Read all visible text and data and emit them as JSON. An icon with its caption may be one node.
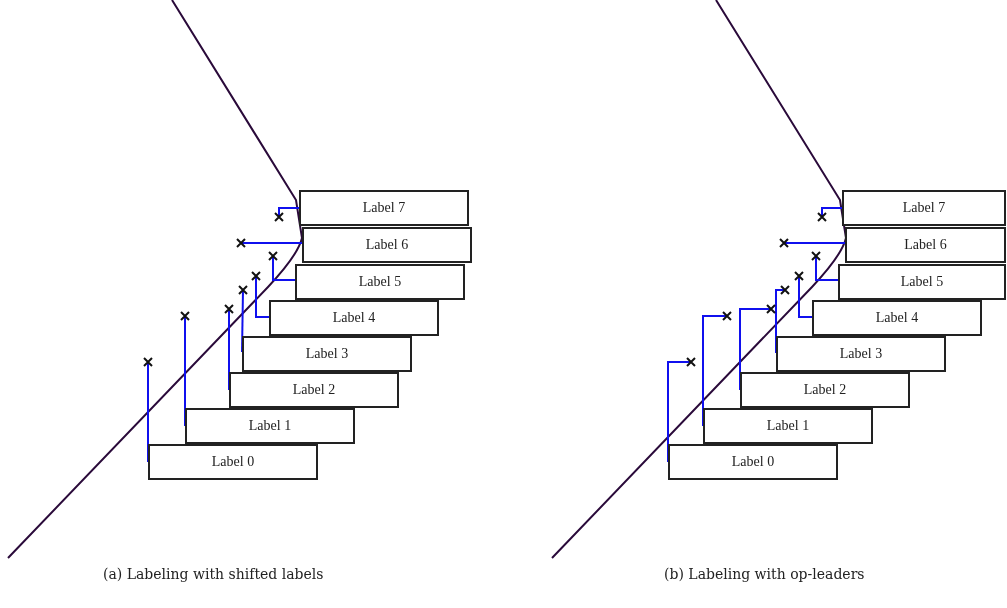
{
  "diagram": {
    "nodes": [
      {
        "text": [
          "Label 0"
        ]
      },
      {
        "text": [
          "Label 1"
        ]
      },
      {
        "text": [
          "Label 2"
        ]
      },
      {
        "text": [
          "Label 3"
        ]
      },
      {
        "text": [
          "Label 4"
        ]
      },
      {
        "text": [
          "Label 5"
        ]
      },
      {
        "text": [
          "Label 6"
        ]
      },
      {
        "text": [
          "Label 7"
        ]
      },
      {
        "text": [],
        "shape": "cross"
      },
      {
        "text": [],
        "shape": "cross"
      },
      {
        "text": [],
        "shape": "cross"
      },
      {
        "text": [],
        "shape": "cross"
      },
      {
        "text": [],
        "shape": "cross"
      },
      {
        "text": [],
        "shape": "cross"
      },
      {
        "text": [],
        "shape": "cross"
      },
      {
        "text": [],
        "shape": "cross"
      },
      {
        "text": [
          "Label 0"
        ]
      },
      {
        "text": [
          "Label 1"
        ]
      },
      {
        "text": [
          "Label 2"
        ]
      },
      {
        "text": [
          "Label 3"
        ]
      },
      {
        "text": [
          "Label 4"
        ]
      },
      {
        "text": [
          "Label 5"
        ]
      },
      {
        "text": [
          "Label 6"
        ]
      },
      {
        "text": [
          "Label 7"
        ]
      },
      {
        "text": [],
        "shape": "cross"
      },
      {
        "text": [],
        "shape": "cross"
      },
      {
        "text": [],
        "shape": "cross"
      },
      {
        "text": [],
        "shape": "cross"
      },
      {
        "text": [],
        "shape": "cross"
      },
      {
        "text": [],
        "shape": "cross"
      },
      {
        "text": [],
        "shape": "cross"
      },
      {
        "text": [],
        "shape": "cross"
      }
    ],
    "edges": [
      {
        "from": 0,
        "to": 8,
        "arrow": "none"
      },
      {
        "from": 1,
        "to": 9,
        "arrow": "none"
      },
      {
        "from": 2,
        "to": 10,
        "arrow": "none"
      },
      {
        "from": 3,
        "to": 11,
        "arrow": "none"
      },
      {
        "from": 4,
        "to": 12,
        "arrow": "none"
      },
      {
        "from": 5,
        "to": 13,
        "arrow": "none"
      },
      {
        "from": 6,
        "to": 14,
        "arrow": "none"
      },
      {
        "from": 7,
        "to": 15,
        "arrow": "none"
      },
      {
        "from": 16,
        "to": 24,
        "arrow": "none"
      },
      {
        "from": 17,
        "to": 25,
        "arrow": "none"
      },
      {
        "from": 18,
        "to": 26,
        "arrow": "none"
      },
      {
        "from": 19,
        "to": 27,
        "arrow": "none"
      },
      {
        "from": 20,
        "to": 28,
        "arrow": "none"
      },
      {
        "from": 21,
        "to": 29,
        "arrow": "none"
      },
      {
        "from": 22,
        "to": 30,
        "arrow": "none"
      },
      {
        "from": 23,
        "to": 31,
        "arrow": "none"
      }
    ],
    "labels": [
      "(a) Labeling with shifted labels",
      "(b) Labeling with op-leaders"
    ]
  }
}
